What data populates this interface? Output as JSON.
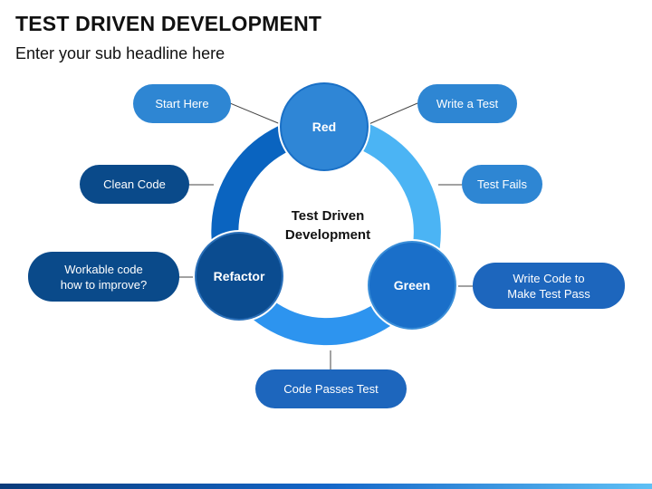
{
  "header": {
    "title": "TEST DRIVEN DEVELOPMENT",
    "subtitle": "Enter your sub headline here"
  },
  "center": {
    "text": "Test Driven\nDevelopment"
  },
  "nodes": {
    "red": "Red",
    "green": "Green",
    "refactor": "Refactor"
  },
  "steps": {
    "start_here": "Start Here",
    "write_a_test": "Write a Test",
    "test_fails": "Test Fails",
    "write_code": "Write Code to\nMake Test Pass",
    "code_passes": "Code Passes Test",
    "workable_code": "Workable code\nhow to improve?",
    "clean_code": "Clean Code"
  },
  "colors": {
    "red_node": "#2f86d6",
    "green_node": "#1a6fc9",
    "refactor_node": "#0b4c90",
    "ring_left": "#0a64c0",
    "ring_right": "#4bb4f4",
    "ring_bottom": "#2d94ef",
    "pill_light": "#2e86d3",
    "pill_dark": "#0a4a8a"
  }
}
